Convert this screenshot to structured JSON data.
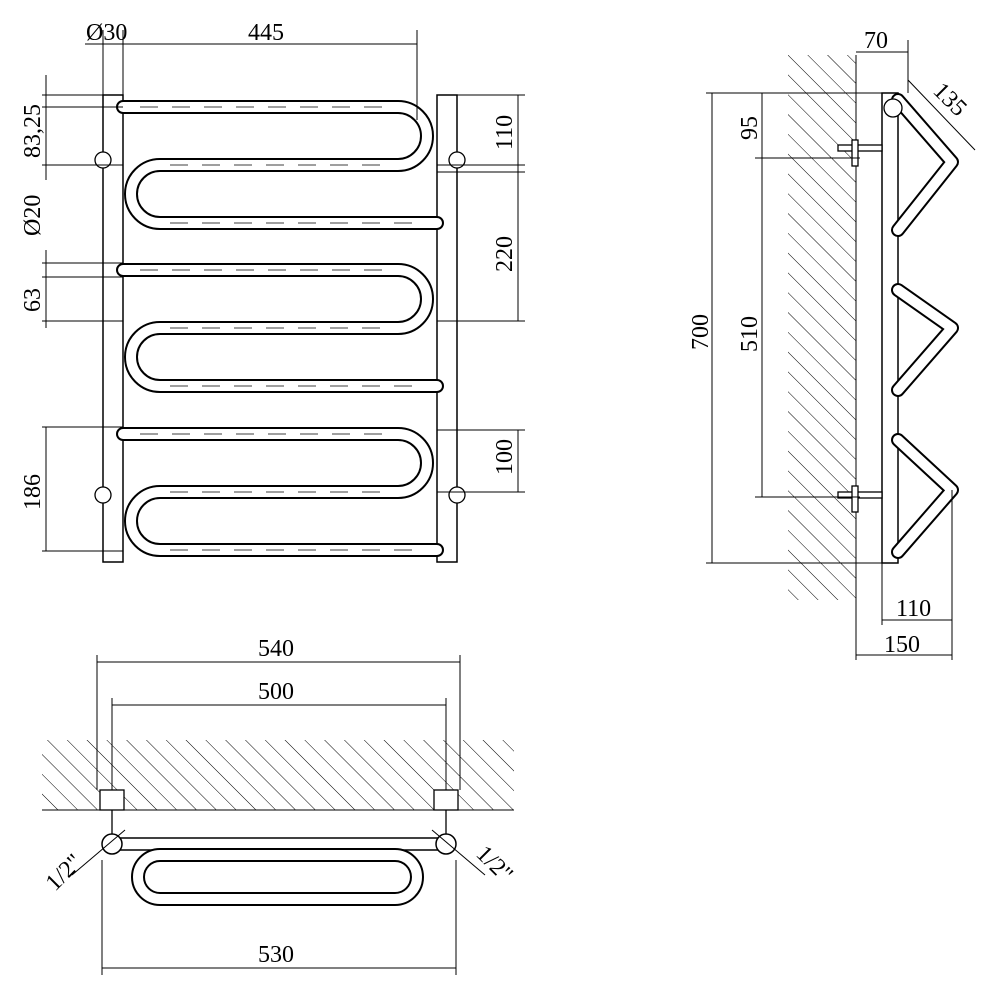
{
  "colors": {
    "line": "#000000",
    "background": "#ffffff"
  },
  "front_view": {
    "labels": {
      "collector_diameter": "Ø30",
      "collector_spacing": "445",
      "top_offset": "83,25",
      "top_pitch": "110",
      "tube_diameter": "Ø20",
      "loop_pitch": "220",
      "loop_gap": "63",
      "bottom_span": "186",
      "bottom_pitch": "100"
    }
  },
  "side_view": {
    "labels": {
      "wall_depth": "70",
      "bend_radius": "135",
      "bracket_top": "95",
      "height": "700",
      "bracket_spacing": "510",
      "depth_inner": "110",
      "depth_total": "150"
    }
  },
  "top_view": {
    "labels": {
      "outer_width": "540",
      "axis_width": "500",
      "pipe_left": "1/2\"",
      "pipe_right": "1/2\"",
      "total_width": "530"
    }
  }
}
